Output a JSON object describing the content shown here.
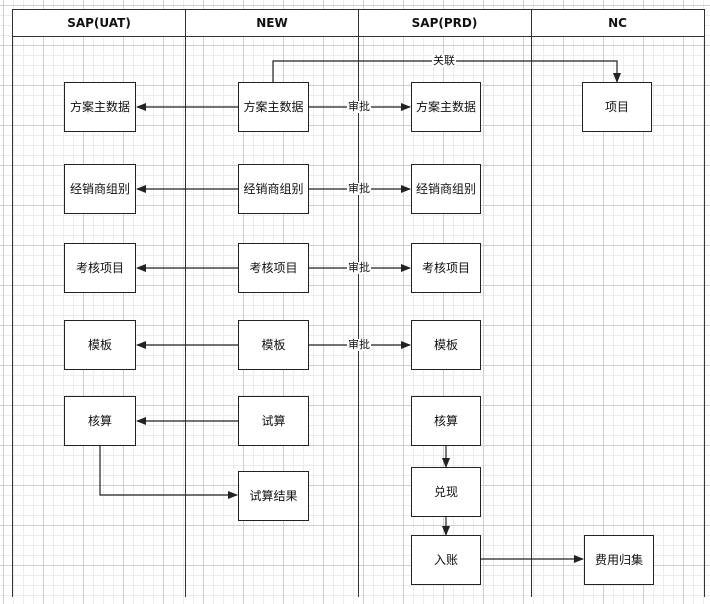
{
  "lanes": [
    {
      "id": "sap_uat",
      "label": "SAP(UAT)"
    },
    {
      "id": "new",
      "label": "NEW"
    },
    {
      "id": "sap_prd",
      "label": "SAP(PRD)"
    },
    {
      "id": "nc",
      "label": "NC"
    }
  ],
  "nodes": {
    "uat_plan_master": "方案主数据",
    "uat_dealer_group": "经销商组别",
    "uat_assess_item": "考核项目",
    "uat_template": "模板",
    "uat_accounting": "核算",
    "new_plan_master": "方案主数据",
    "new_dealer_group": "经销商组别",
    "new_assess_item": "考核项目",
    "new_template": "模板",
    "new_trial_calc": "试算",
    "new_trial_result": "试算结果",
    "prd_plan_master": "方案主数据",
    "prd_dealer_group": "经销商组别",
    "prd_assess_item": "考核项目",
    "prd_template": "模板",
    "prd_accounting": "核算",
    "prd_redeem": "兑现",
    "prd_posting": "入账",
    "nc_project": "项目",
    "nc_expense_collect": "费用归集"
  },
  "edge_labels": {
    "link": "关联",
    "approve_1": "审批",
    "approve_2": "审批",
    "approve_3": "审批",
    "approve_4": "审批"
  }
}
